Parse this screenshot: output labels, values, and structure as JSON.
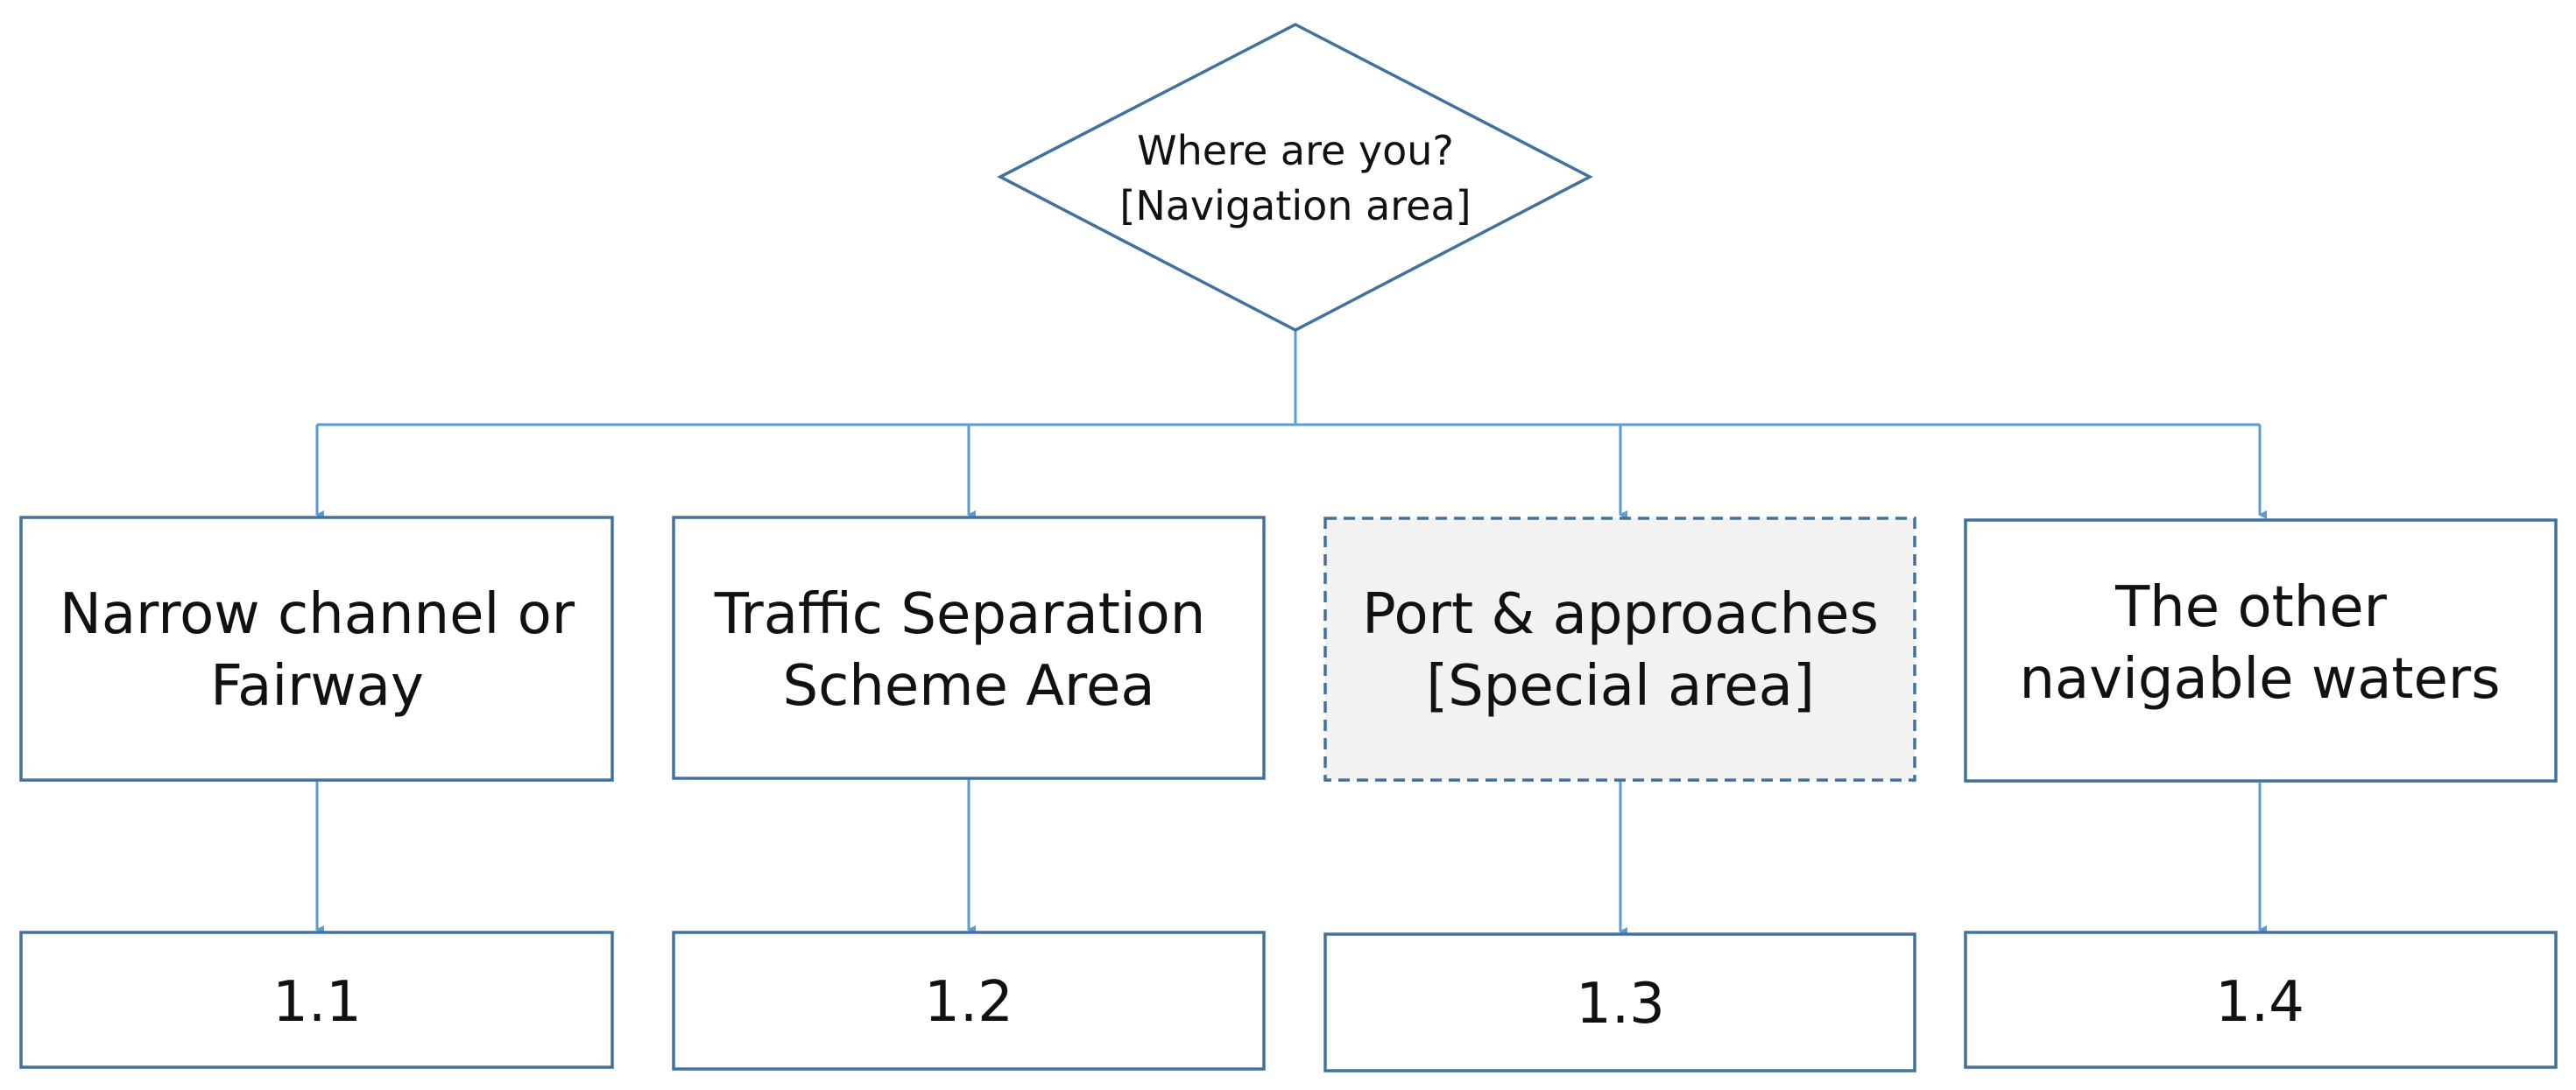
{
  "decision": {
    "line1": "Where are you?",
    "line2": "[Navigation area]"
  },
  "areas": [
    {
      "line1": "Narrow channel or",
      "line2": "Fairway",
      "code": "1.1"
    },
    {
      "line1": "Traffic Separation",
      "line2": "Scheme Area",
      "code": "1.2"
    },
    {
      "line1": "Port & approaches",
      "line2": "[Special area]",
      "code": "1.3",
      "special": true
    },
    {
      "line1": "The other",
      "line2": "navigable waters",
      "code": "1.4"
    }
  ],
  "colors": {
    "box_border": "#41719c",
    "connector": "#5b9bd5",
    "special_fill": "#f2f2f2",
    "text": "#111111"
  }
}
